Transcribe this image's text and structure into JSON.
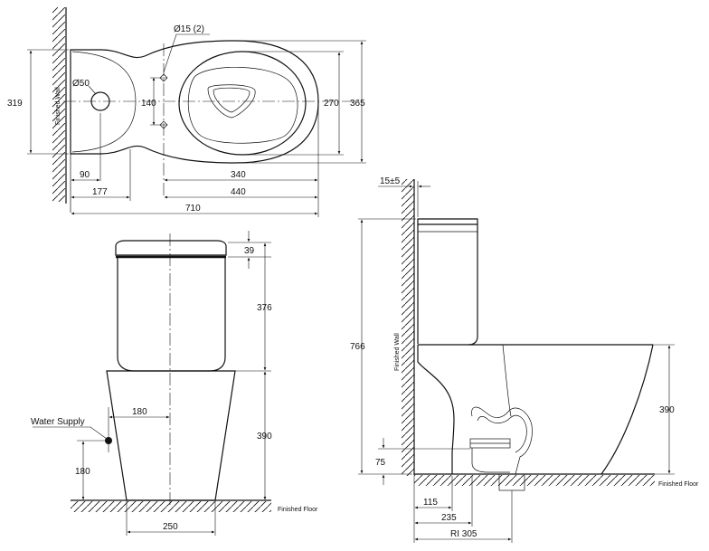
{
  "top_view": {
    "dia_holes": "Ø15 (2)",
    "dia_outlet": "Ø50",
    "d319": "319",
    "d140": "140",
    "d270": "270",
    "d365": "365",
    "d90": "90",
    "d177": "177",
    "d340": "340",
    "d440": "440",
    "d710": "710",
    "wall_label": "Finished Wall"
  },
  "front_view": {
    "d39": "39",
    "d376": "376",
    "d390": "390",
    "d180_h": "180",
    "d180_v": "180",
    "d250": "250",
    "water_supply": "Water Supply",
    "floor_label": "Finished Floor"
  },
  "side_view": {
    "d15": "15±5",
    "d766": "766",
    "d390": "390",
    "d75": "75",
    "d115": "115",
    "d235": "235",
    "d305": "RI 305",
    "wall_label": "Finished Wall",
    "floor_label": "Finished Floor"
  }
}
